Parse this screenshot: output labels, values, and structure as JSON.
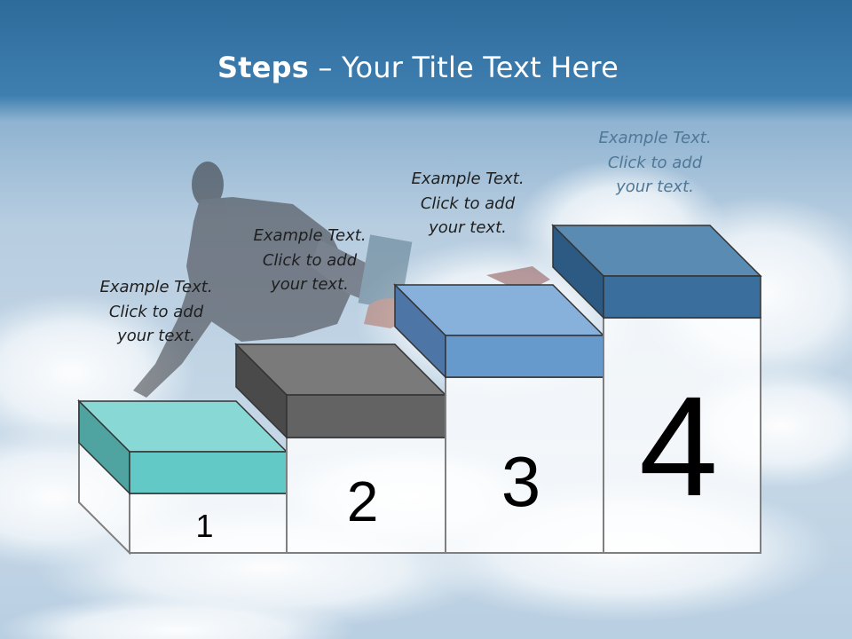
{
  "title": {
    "bold": "Steps",
    "rest": " – Your Title Text Here"
  },
  "steps": [
    {
      "number": "1",
      "lines": [
        "Example Text.",
        "Click  to add",
        "your text."
      ],
      "top_color": "#88d8d6",
      "front_color": "#63c9c6",
      "side_color": "#4fa3a1"
    },
    {
      "number": "2",
      "lines": [
        "Example Text.",
        "Click  to add",
        "your text."
      ],
      "top_color": "#7a7a7a",
      "front_color": "#636363",
      "side_color": "#4a4a4a"
    },
    {
      "number": "3",
      "lines": [
        "Example Text.",
        "Click  to add",
        "your text."
      ],
      "top_color": "#87b0db",
      "front_color": "#6699cc",
      "side_color": "#4d76a6"
    },
    {
      "number": "4",
      "lines": [
        "Example Text.",
        "Click  to add",
        "your text."
      ],
      "top_color": "#5a8cb3",
      "front_color": "#3a6e9c",
      "side_color": "#2c5a82"
    }
  ],
  "colors": {
    "sky_top": "#2d6b9b",
    "outline": "#7f7f7f"
  }
}
